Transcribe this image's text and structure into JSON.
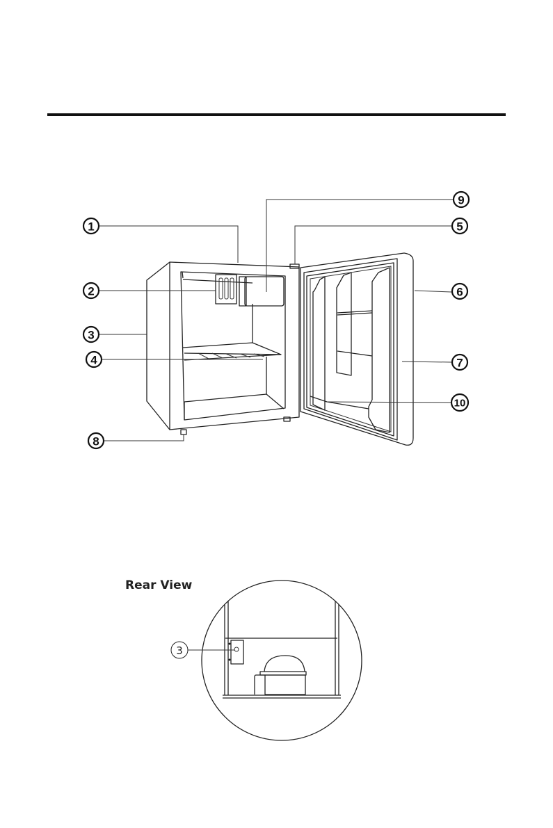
{
  "front_diagram": {
    "callouts": [
      "1",
      "2",
      "3",
      "4",
      "5",
      "6",
      "7",
      "8",
      "9",
      "10"
    ]
  },
  "rear_view": {
    "title": "Rear View",
    "callout": "3"
  }
}
